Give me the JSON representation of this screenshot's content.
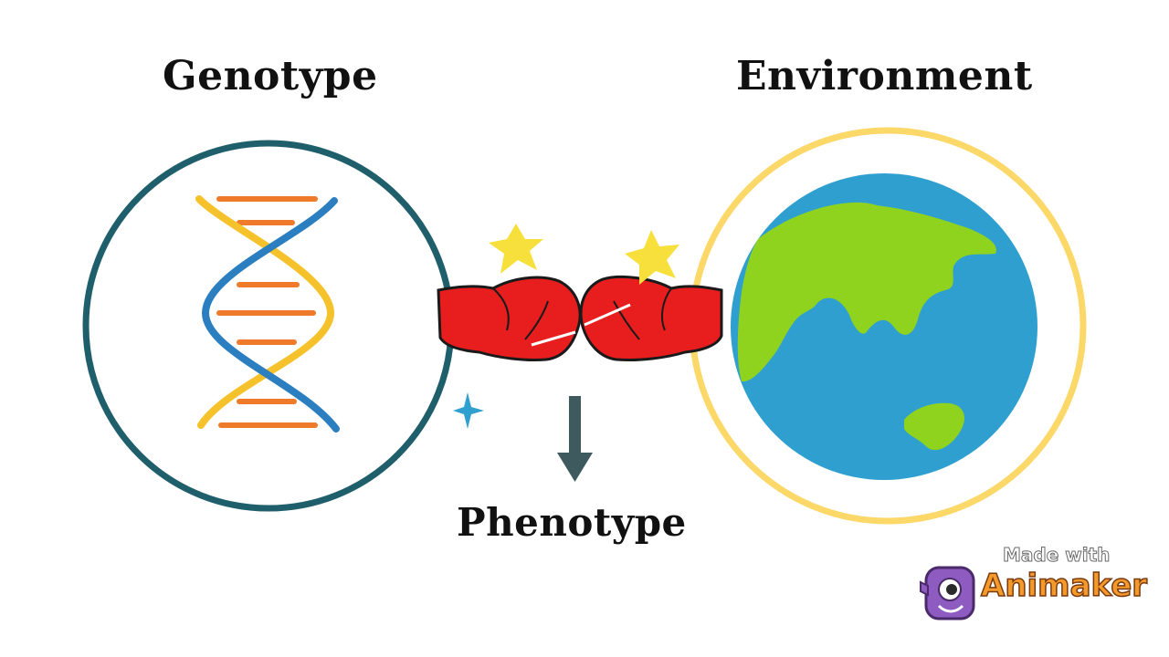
{
  "labels": {
    "genotype": "Genotype",
    "environment": "Environment",
    "phenotype": "Phenotype"
  },
  "watermark": {
    "made_with": "Made with",
    "brand": "Animaker"
  },
  "colors": {
    "genotype_ring": "#1f5f6b",
    "environment_ring": "#fcd869",
    "ocean": "#2f9fd0",
    "land": "#8fd31f",
    "dna_yellow": "#f5c22b",
    "dna_blue": "#2b7fc0",
    "dna_rungs": "#ee7a2a",
    "glove_red": "#e81e1e",
    "star_yellow": "#f7e03c",
    "arrow": "#3f5a5f"
  },
  "icons": [
    "dna-icon",
    "boxing-gloves-icon",
    "star-icon",
    "earth-globe-icon",
    "down-arrow-icon",
    "sparkle-icon",
    "animaker-logo-icon"
  ]
}
